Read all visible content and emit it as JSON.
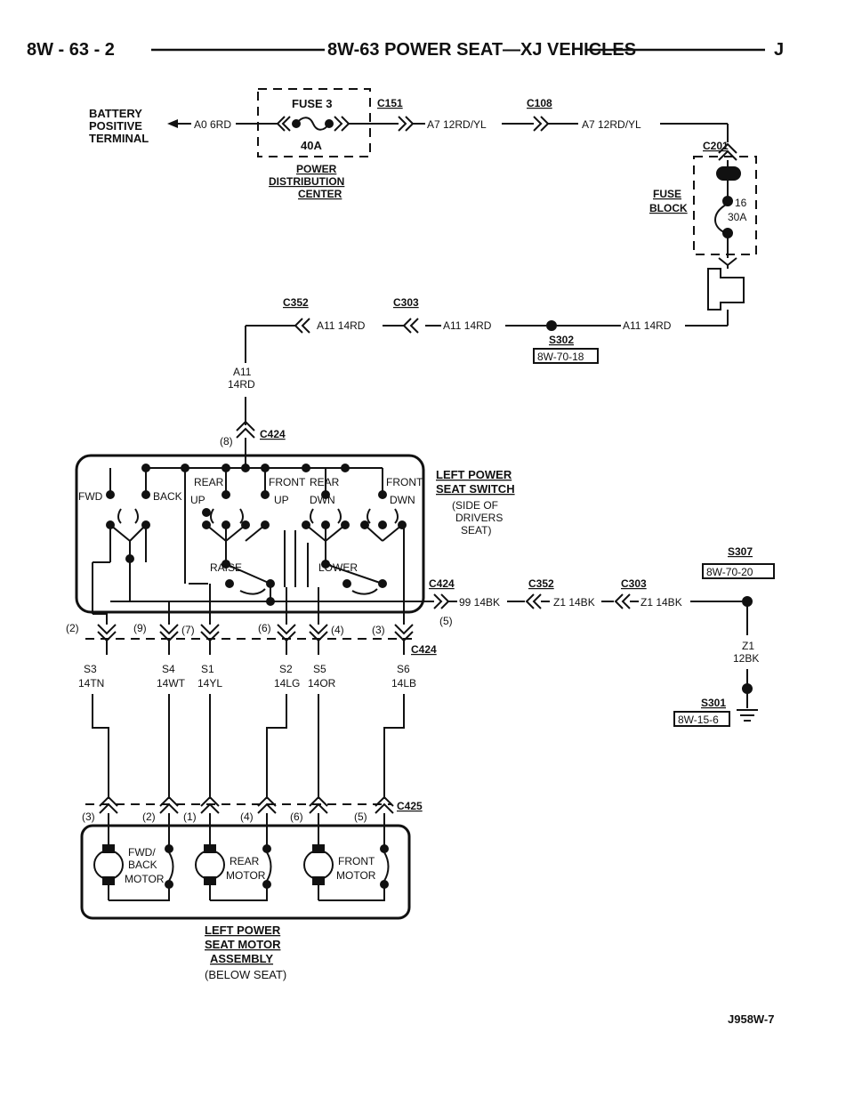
{
  "header": {
    "left": "8W - 63 - 2",
    "title": "8W-63 POWER SEAT—XJ VEHICLES",
    "right": "J"
  },
  "battery": [
    "BATTERY",
    "POSITIVE",
    "TERMINAL"
  ],
  "pdc": {
    "fuse": "FUSE 3",
    "amps": "40A",
    "name": [
      "POWER",
      "DISTRIBUTION",
      "CENTER"
    ]
  },
  "connectors": {
    "c151": "C151",
    "c108": "C108",
    "c201": "C201",
    "c352": "C352",
    "c303": "C303",
    "c424": "C424",
    "c425": "C425",
    "s302": "S302",
    "s307": "S307",
    "s301": "S301"
  },
  "wires": {
    "a0": "A0 6RD",
    "a7_1": "A7 12RD/YL",
    "a7_2": "A7 12RD/YL",
    "a11_1": "A11 14RD",
    "a11_2": "A11 14RD",
    "a11_3": "A11 14RD",
    "a11_v1": "A11",
    "a11_v2": "14RD",
    "w99": "99 14BK",
    "z1_1": "Z1 14BK",
    "z1_2": "Z1 14BK",
    "z1_v1": "Z1",
    "z1_v2": "12BK"
  },
  "refs": {
    "s302": "8W-70-18",
    "s307": "8W-70-20",
    "s301": "8W-15-6"
  },
  "fuse_block": {
    "name": [
      "FUSE",
      "BLOCK"
    ],
    "num": "16",
    "amps": "30A"
  },
  "switch": {
    "title": [
      "LEFT POWER",
      "SEAT SWITCH"
    ],
    "note": [
      "(SIDE OF",
      "DRIVERS",
      "SEAT)"
    ],
    "labels": {
      "fwd": "FWD",
      "back": "BACK",
      "rear1": "REAR",
      "up1": "UP",
      "front1": "FRONT",
      "up2": "UP",
      "rear2": "REAR",
      "dwn1": "DWN",
      "front2": "FRONT",
      "dwn2": "DWN",
      "raise": "RAISE",
      "lower": "LOWER"
    }
  },
  "pins_c424": {
    "p2": "(2)",
    "p9": "(9)",
    "p7": "(7)",
    "p6": "(6)",
    "p4": "(4)",
    "p3": "(3)",
    "p8": "(8)",
    "p5": "(5)"
  },
  "circuits": [
    {
      "code": "S3",
      "color": "14TN"
    },
    {
      "code": "S4",
      "color": "14WT"
    },
    {
      "code": "S1",
      "color": "14YL"
    },
    {
      "code": "S2",
      "color": "14LG"
    },
    {
      "code": "S5",
      "color": "14OR"
    },
    {
      "code": "S6",
      "color": "14LB"
    }
  ],
  "pins_c425": {
    "p3": "(3)",
    "p2": "(2)",
    "p1": "(1)",
    "p4": "(4)",
    "p6": "(6)",
    "p5": "(5)"
  },
  "motors": {
    "m1": [
      "FWD/",
      "BACK",
      "MOTOR"
    ],
    "m2": [
      "REAR",
      "MOTOR"
    ],
    "m3": [
      "FRONT",
      "MOTOR"
    ]
  },
  "assembly": {
    "title": [
      "LEFT POWER",
      "SEAT MOTOR",
      "ASSEMBLY"
    ],
    "note": "(BELOW SEAT)"
  },
  "figure_id": "J958W-7"
}
